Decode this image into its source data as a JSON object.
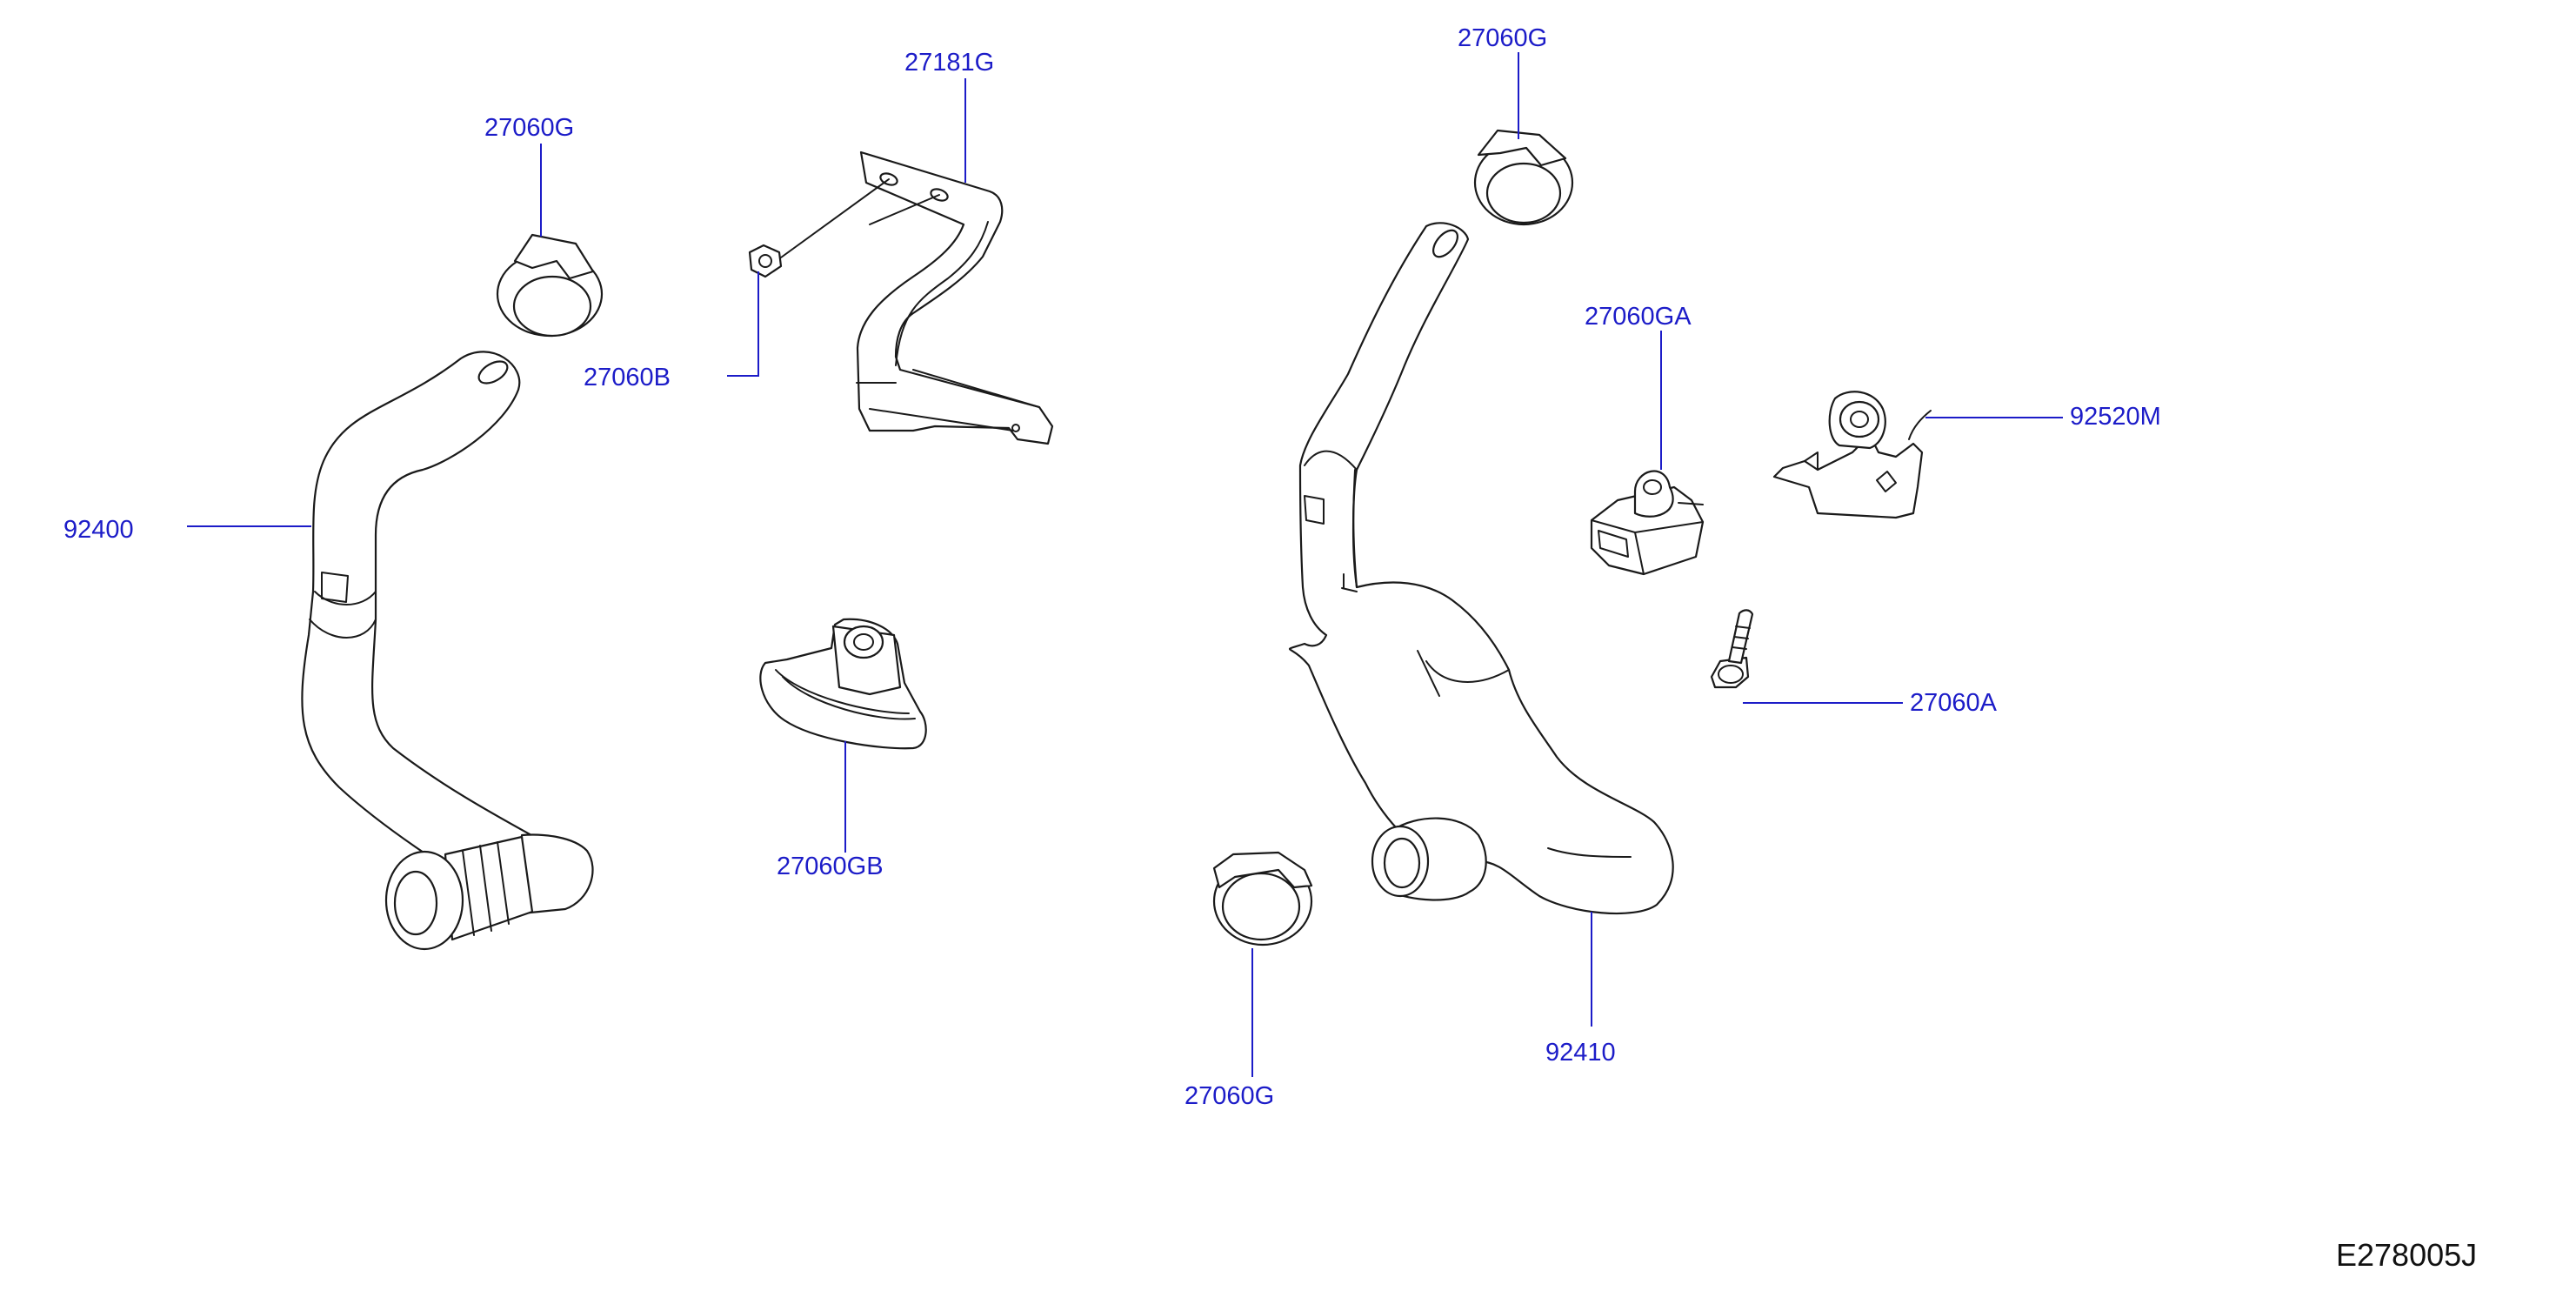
{
  "callouts": {
    "c_27181g": "27181G",
    "c_27060g_left": "27060G",
    "c_27060b": "27060B",
    "c_92400": "92400",
    "c_27060gb": "27060GB",
    "c_27060g_top": "27060G",
    "c_27060ga": "27060GA",
    "c_92520m": "92520M",
    "c_27060a": "27060A",
    "c_27060g_bottom": "27060G",
    "c_92410": "92410"
  },
  "diagram_code": "E278005J",
  "colors": {
    "callout_text": "#1c1cc8",
    "part_lines": "#1a1a1a",
    "background": "#ffffff"
  }
}
